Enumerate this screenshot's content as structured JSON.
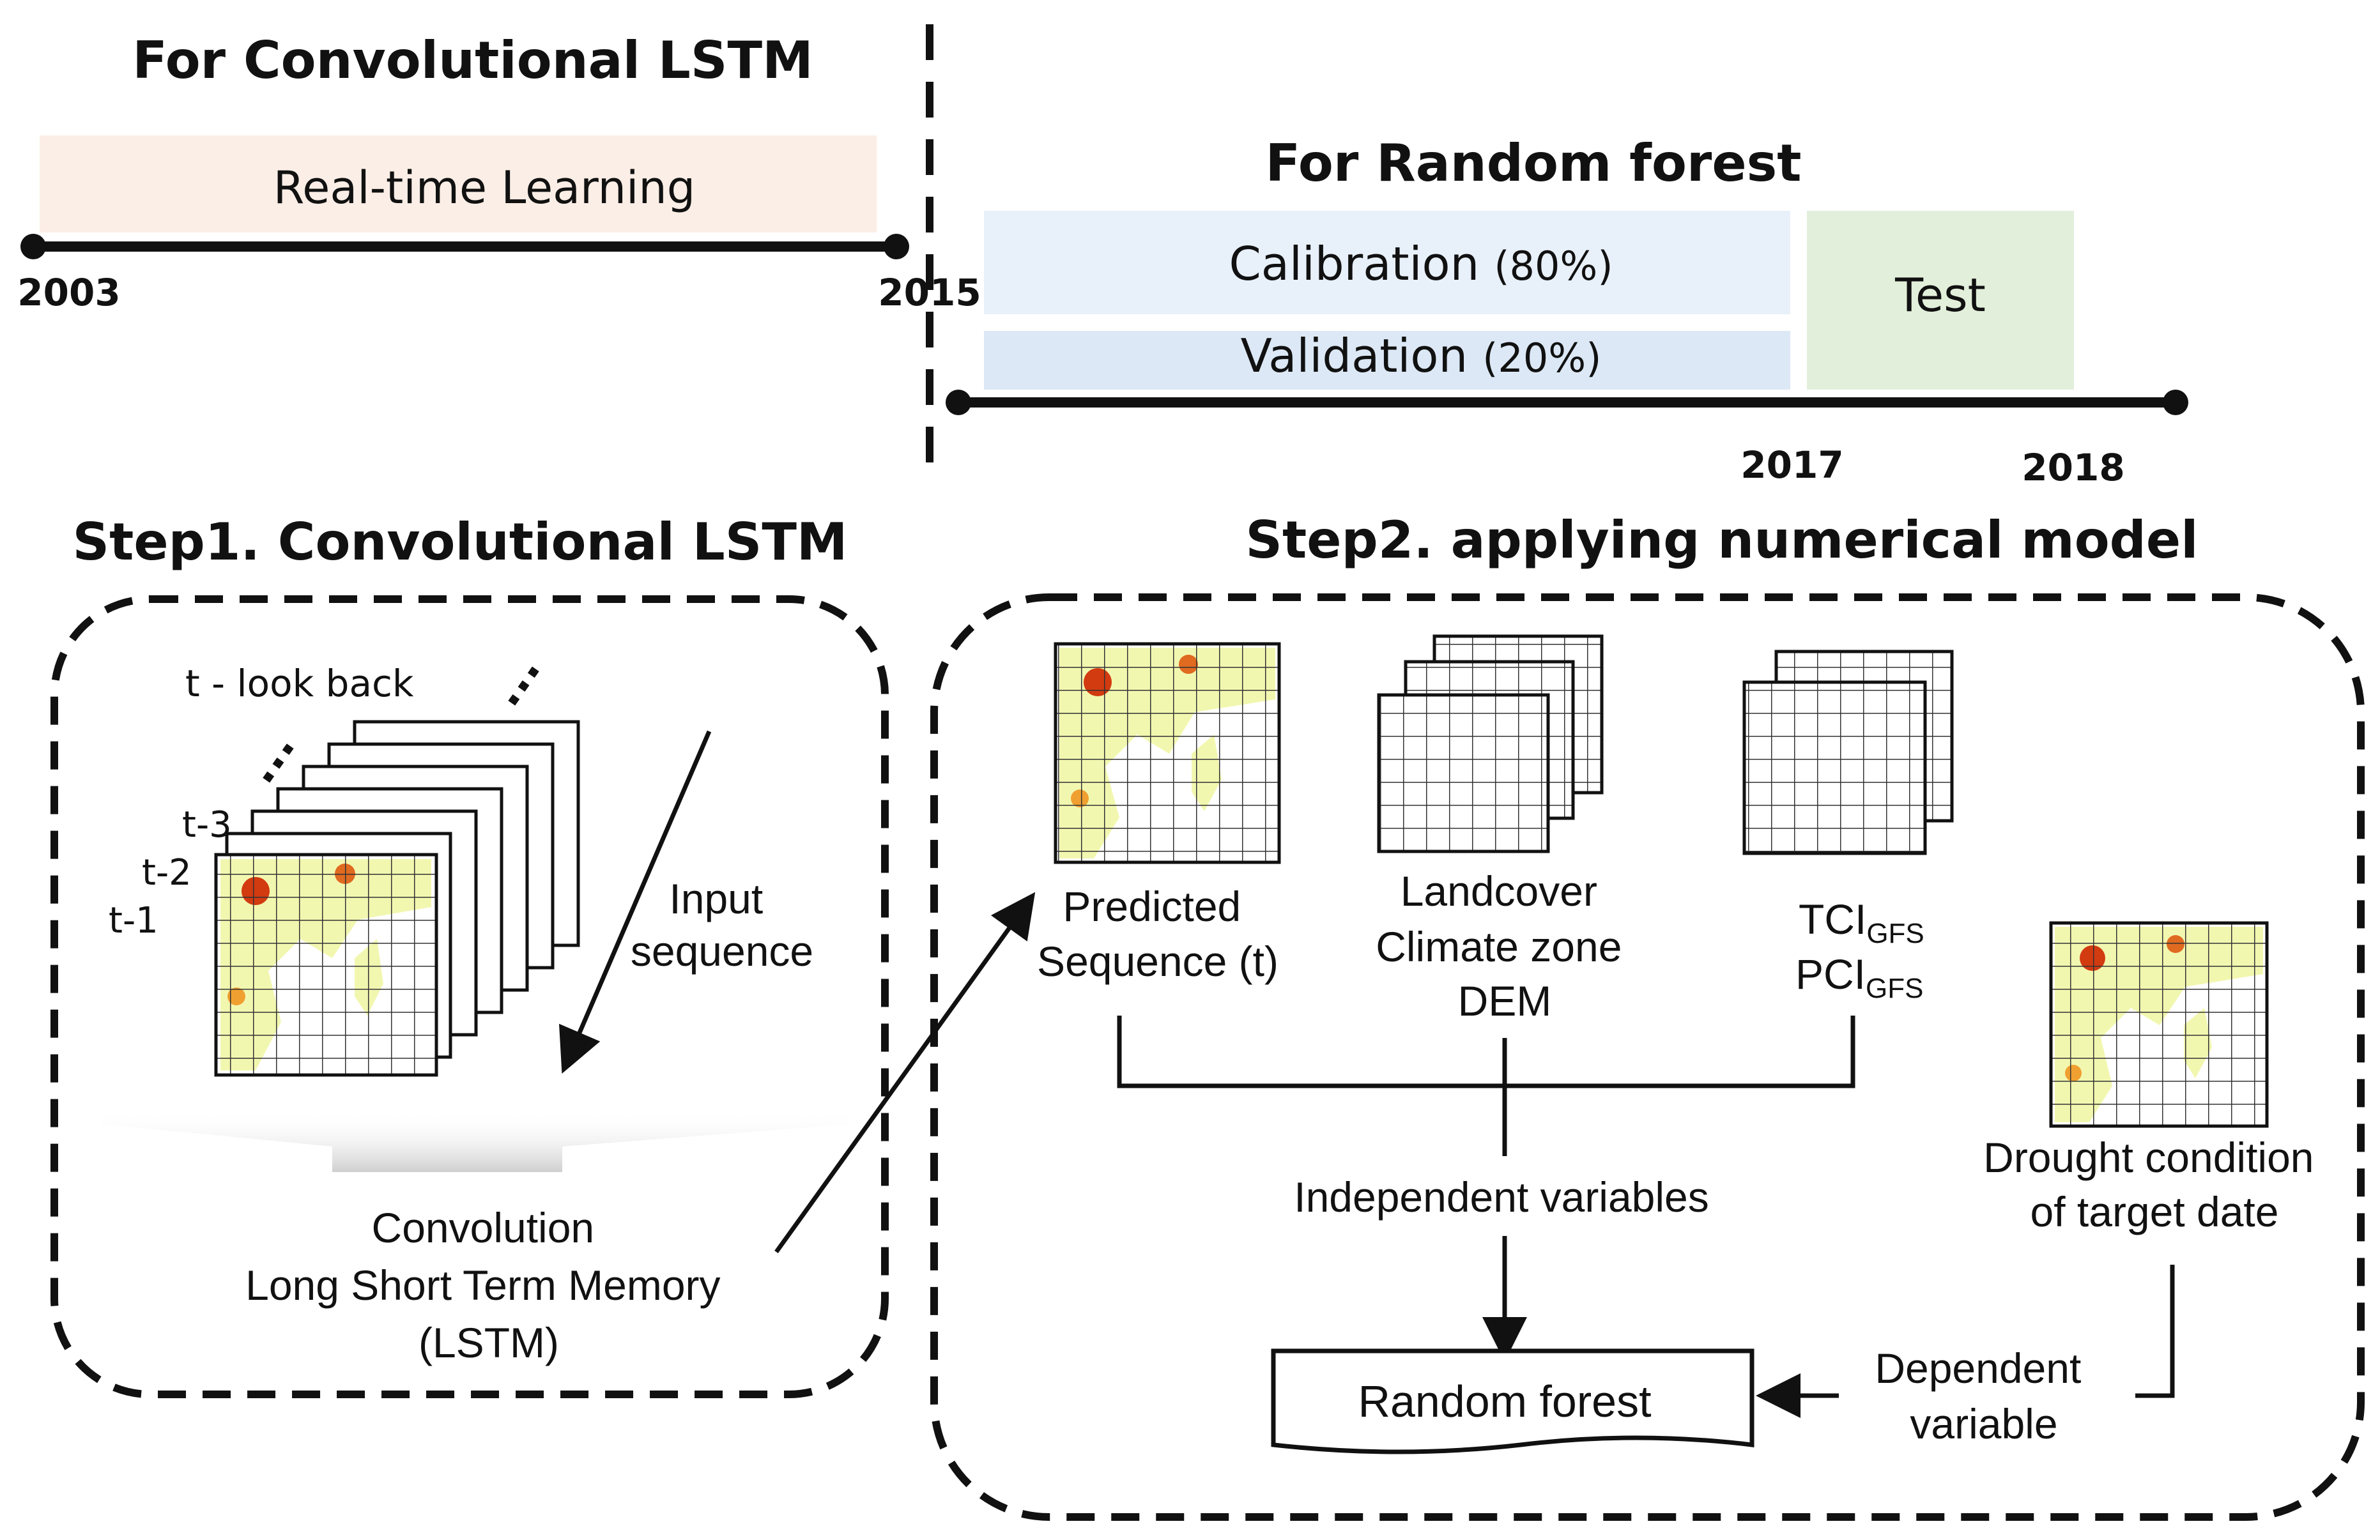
{
  "timeline": {
    "convlstm_title": "For Convolutional LSTM",
    "realtime_label": "Real-time Learning",
    "year_2003": "2003",
    "year_2015": "2015",
    "rf_title": "For Random forest",
    "calibration_label": "Calibration",
    "calibration_pct": "(80%)",
    "validation_label": "Validation",
    "validation_pct": "(20%)",
    "test_label": "Test",
    "year_2017": "2017",
    "year_2018": "2018"
  },
  "step1": {
    "title": "Step1. Convolutional LSTM",
    "look_back": "t - look back",
    "t3": "t-3",
    "t2": "t-2",
    "t1": "t-1",
    "input_seq_line1": "Input",
    "input_seq_line2": "sequence",
    "model_line1": "Convolution",
    "model_line2": "Long Short Term Memory",
    "model_line3": "(LSTM)"
  },
  "step2": {
    "title": "Step2. applying numerical model",
    "predicted_line1": "Predicted",
    "predicted_line2": "Sequence (t)",
    "static_line1": "Landcover",
    "static_line2": "Climate zone",
    "static_line3": "DEM",
    "tci_base": "TCI",
    "tci_sub": "GFS",
    "pci_base": "PCI",
    "pci_sub": "GFS",
    "drought_line1": "Drought condition",
    "drought_line2": "of target date",
    "independent_label": "Independent variables",
    "rf_box_label": "Random forest",
    "dependent_line1": "Dependent",
    "dependent_line2": "variable"
  },
  "colors": {
    "realtime_fill": "#fbeee6",
    "calibration_fill": "#e8f0fa",
    "validation_fill": "#dce8f5",
    "test_fill": "#e2efda",
    "map_land": "#f2f7b0",
    "map_hot": "#d23a10"
  }
}
